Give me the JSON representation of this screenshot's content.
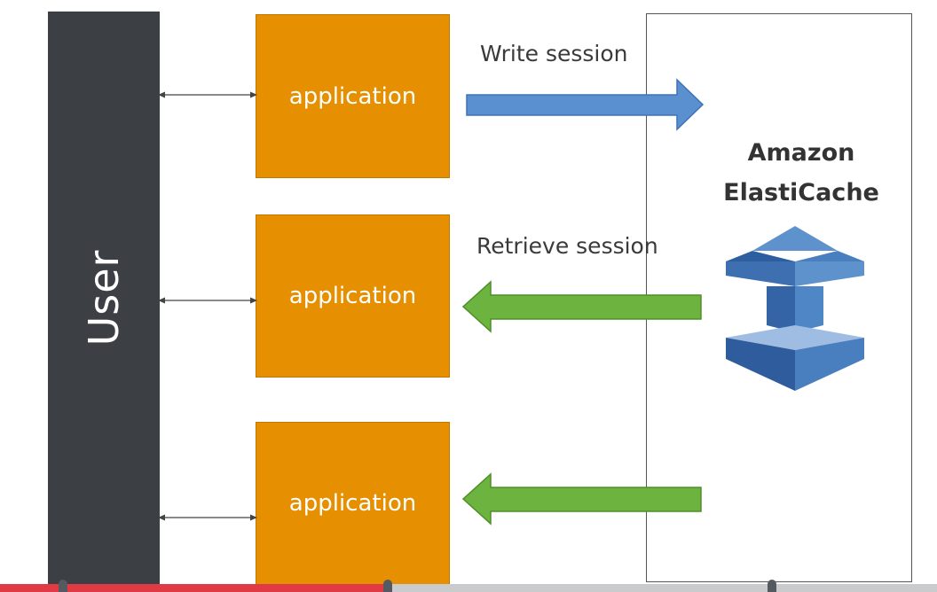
{
  "user": {
    "label": "User"
  },
  "applications": [
    {
      "label": "application"
    },
    {
      "label": "application"
    },
    {
      "label": "application"
    }
  ],
  "cache": {
    "title_line1": "Amazon",
    "title_line2": "ElastiCache",
    "icon": "elasticache-icon"
  },
  "flows": {
    "write_label": "Write session",
    "retrieve_label": "Retrieve session"
  },
  "colors": {
    "user_bar": "#3c4044",
    "application": "#e68f00",
    "write_arrow": "#5a8fd0",
    "retrieve_arrow": "#6db33f",
    "progress_played": "#e03a44"
  },
  "progress": {
    "played_fraction": 0.41
  }
}
